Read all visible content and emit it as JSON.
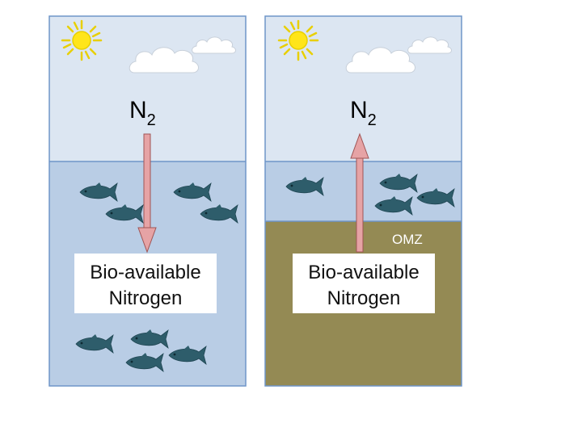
{
  "panels": [
    {
      "id": "normal",
      "gas_label": "N",
      "gas_subscript": "2",
      "box_line1": "Bio-available",
      "box_line2": "Nitrogen",
      "arrow_direction": "down"
    },
    {
      "id": "omz",
      "gas_label": "N",
      "gas_subscript": "2",
      "box_line1": "Bio-available",
      "box_line2": "Nitrogen",
      "arrow_direction": "up",
      "zone_label": "OMZ"
    }
  ],
  "colors": {
    "sky": "#dce6f2",
    "water": "#b9cde5",
    "omz": "#948a54",
    "border": "#6f95c8",
    "arrow_fill": "#e6a3a5",
    "arrow_stroke": "#a05555",
    "fish": "#2e5d6b",
    "sun": "#ffe51a",
    "cloud": "#ffffff"
  },
  "icons": [
    "sun-icon",
    "cloud-icon",
    "fish-icon"
  ]
}
